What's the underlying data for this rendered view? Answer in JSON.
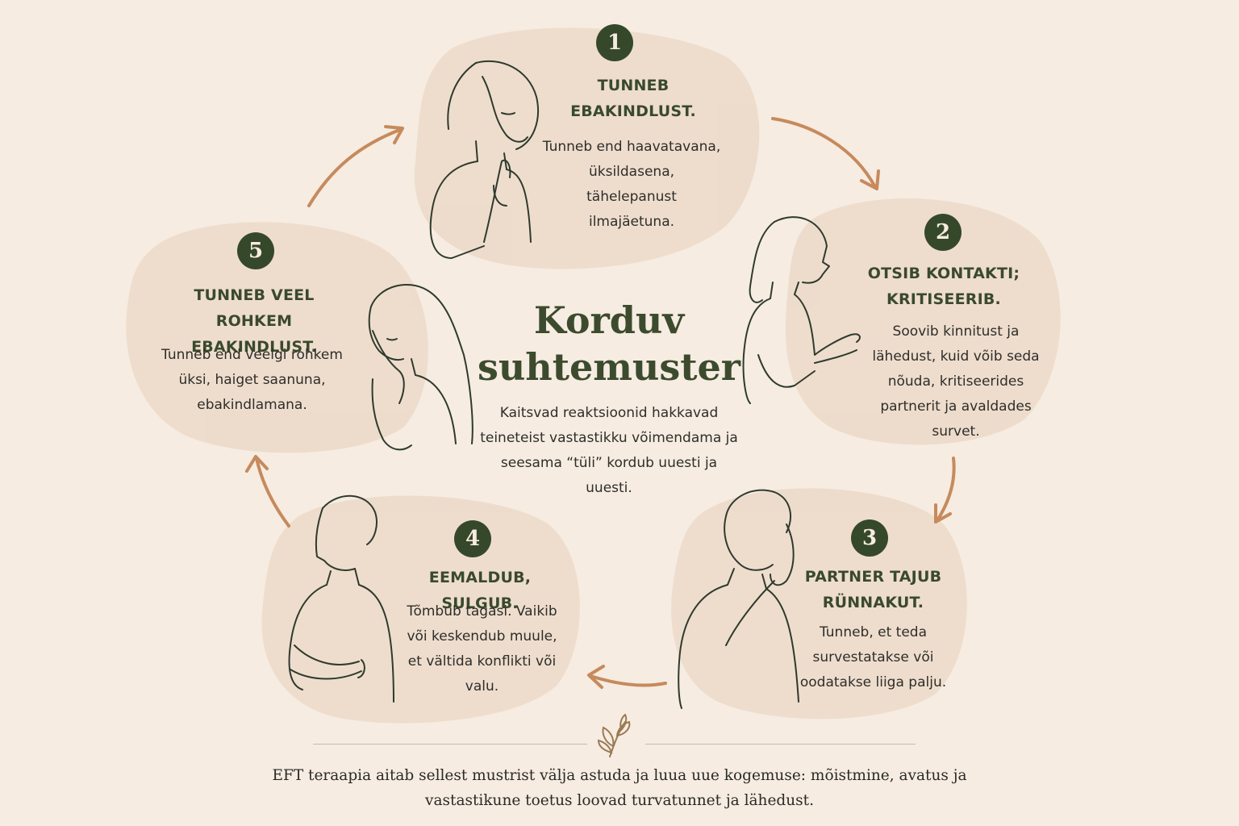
{
  "title": "Korduv suhtemuster",
  "center_description": "Kaitsvad reaktsioonid hakkavad teineteist vastastikku võimendama ja seesama “tüli” kordub uuesti ja uuesti.",
  "steps": [
    {
      "number": "1",
      "title": "TUNNEB EBAKINDLUST.",
      "description": "Tunneb end haavatavana, üksildasena, tähelepanust ilmajäetuna."
    },
    {
      "number": "2",
      "title": "OTSIB KONTAKTI; KRITISEERIB.",
      "description": "Soovib kinnitust ja lähedust, kuid võib seda nõuda, kritiseerides partnerit ja avaldades survet."
    },
    {
      "number": "3",
      "title": "PARTNER TAJUB RÜNNAKUT.",
      "description": "Tunneb, et teda survestatakse või oodatakse liiga palju."
    },
    {
      "number": "4",
      "title": "EEMALDUB, SULGUB.",
      "description": "Tõmbub tagasi. Vaikib või keskendub muule, et vältida konflikti või valu."
    },
    {
      "number": "5",
      "title": "TUNNEB VEEL ROHKEM EBAKINDLUST.",
      "description": "Tunneb end veelgi rohkem üksi, haiget saanuna, ebakindlamana."
    }
  ],
  "footer": "EFT teraapia aitab sellest mustrist välja astuda ja luua uue kogemuse: mõistmine, avatus ja vastastikune toetus loovad turvatunnet ja lähedust.",
  "colors": {
    "background": "#f6ece1",
    "blob": "#eddccb",
    "badge": "#36482a",
    "arrow": "#c68a5c",
    "line_art": "#2f3a2e"
  },
  "icons": [
    "woman-hand-on-chest-icon",
    "woman-reaching-out-icon",
    "man-head-in-hand-icon",
    "man-arms-crossed-icon",
    "woman-head-down-icon",
    "olive-sprig-icon",
    "cycle-arrow-icon"
  ]
}
